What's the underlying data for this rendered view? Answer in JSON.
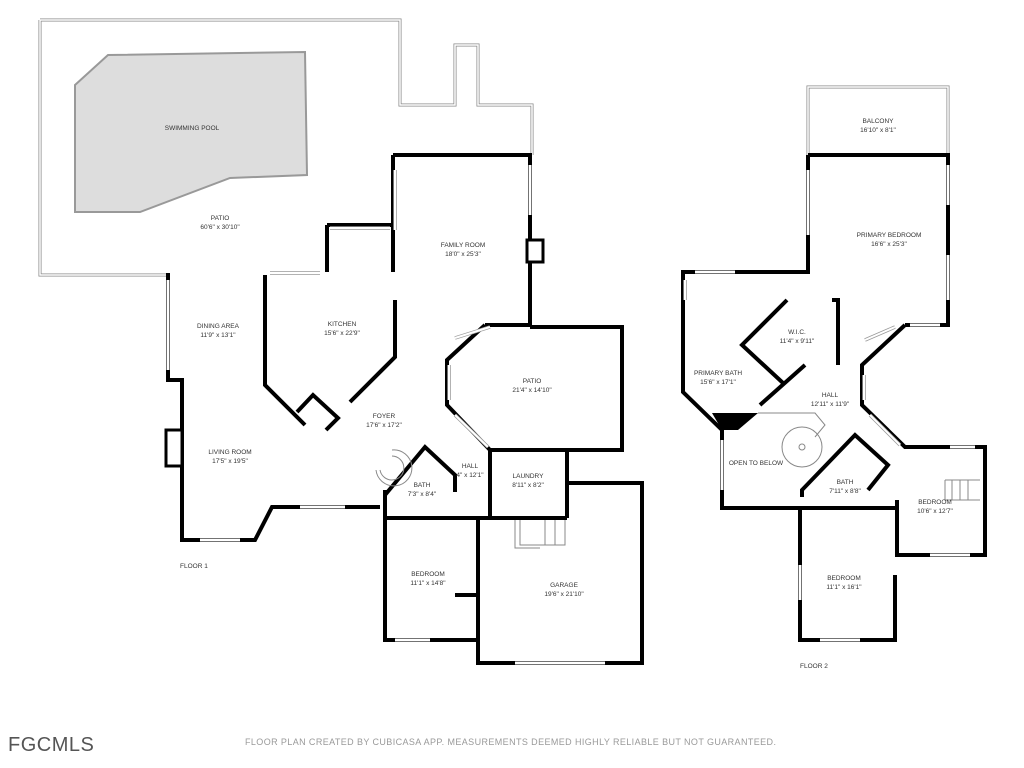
{
  "floor1": {
    "label": "FLOOR 1",
    "rooms": [
      {
        "name": "SWIMMING POOL",
        "dims": ""
      },
      {
        "name": "PATIO",
        "dims": "60'6\" x 30'10\""
      },
      {
        "name": "FAMILY ROOM",
        "dims": "18'0\" x 25'3\""
      },
      {
        "name": "DINING AREA",
        "dims": "11'9\" x 13'1\""
      },
      {
        "name": "KITCHEN",
        "dims": "15'6\" x 22'9\""
      },
      {
        "name": "PATIO",
        "dims": "21'4\" x 14'10\""
      },
      {
        "name": "FOYER",
        "dims": "17'6\" x 17'2\""
      },
      {
        "name": "LIVING ROOM",
        "dims": "17'5\" x 19'5\""
      },
      {
        "name": "BATH",
        "dims": "7'3\" x 8'4\""
      },
      {
        "name": "HALL",
        "dims": "4\" x 12'1\""
      },
      {
        "name": "LAUNDRY",
        "dims": "8'11\" x 8'2\""
      },
      {
        "name": "BEDROOM",
        "dims": "11'1\" x 14'8\""
      },
      {
        "name": "GARAGE",
        "dims": "19'6\" x 21'10\""
      }
    ]
  },
  "floor2": {
    "label": "FLOOR 2",
    "rooms": [
      {
        "name": "BALCONY",
        "dims": "16'10\" x 8'1\""
      },
      {
        "name": "PRIMARY BEDROOM",
        "dims": "16'6\" x 25'3\""
      },
      {
        "name": "W.I.C.",
        "dims": "11'4\" x 9'11\""
      },
      {
        "name": "PRIMARY BATH",
        "dims": "15'6\" x 17'1\""
      },
      {
        "name": "HALL",
        "dims": "12'11\" x 11'9\""
      },
      {
        "name": "OPEN TO BELOW",
        "dims": ""
      },
      {
        "name": "BATH",
        "dims": "7'11\" x 8'8\""
      },
      {
        "name": "BEDROOM",
        "dims": "10'6\" x 12'7\""
      },
      {
        "name": "BEDROOM",
        "dims": "11'1\" x 16'1\""
      }
    ]
  },
  "footer": "FLOOR PLAN CREATED BY CUBICASA APP. MEASUREMENTS DEEMED HIGHLY RELIABLE BUT NOT GUARANTEED.",
  "logo": "FGCMLS",
  "colors": {
    "wall": "#000000",
    "pool": "#dddddd",
    "outline": "#888888"
  }
}
